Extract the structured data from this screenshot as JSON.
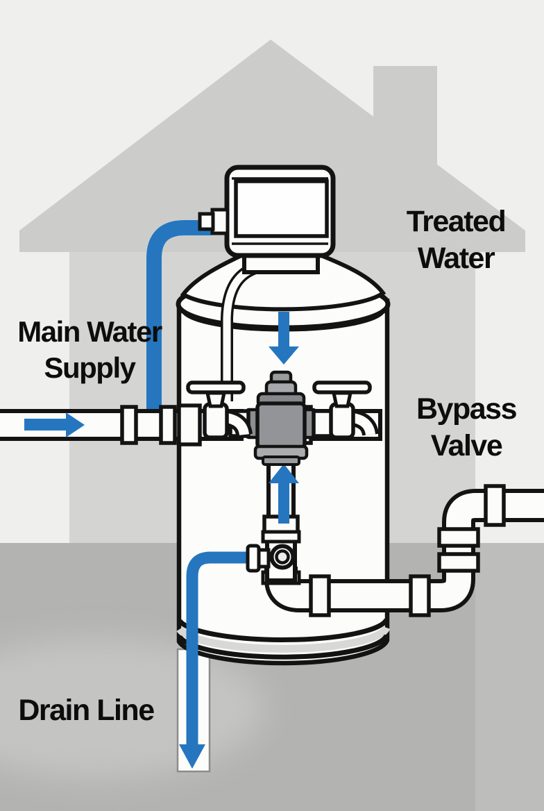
{
  "diagram": {
    "labels": {
      "main_water_supply": {
        "line1": "Main Water",
        "line2": "Supply"
      },
      "treated_water": {
        "line1": "Treated",
        "line2": "Water"
      },
      "bypass_valve": {
        "line1": "Bypass",
        "line2": "Valve"
      },
      "drain_line": {
        "line1": "Drain Line"
      }
    },
    "flow_arrows": [
      {
        "name": "main-supply-flow-arrow",
        "direction": "right"
      },
      {
        "name": "tank-inlet-flow-arrow",
        "direction": "down"
      },
      {
        "name": "tank-outlet-flow-arrow",
        "direction": "up"
      },
      {
        "name": "drain-flow-arrow",
        "direction": "down"
      }
    ],
    "colors": {
      "flow_blue": "#2576bf",
      "outline_black": "#131313",
      "house_roof_gray": "#cccdcb",
      "house_wall_gray": "#d4d5d3",
      "floor_gray": "#b3b4b2",
      "floor_outside_gray": "#bdbebc",
      "background": "#efefed",
      "tank_white": "#fcfcfa",
      "bypass_body_gray": "#929497"
    }
  }
}
